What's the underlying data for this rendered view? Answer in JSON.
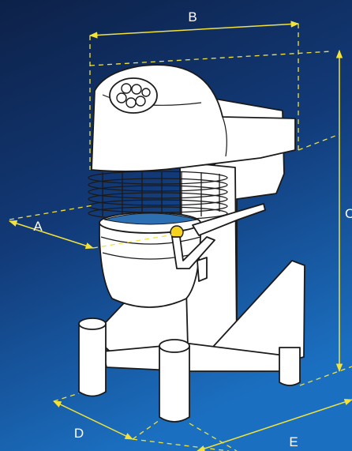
{
  "colors": {
    "bg_top": "#0d2148",
    "bg_mid": "#123a78",
    "bg_bottom": "#1b6fc0",
    "dimension_line": "#f2e23a",
    "label_text": "#ffffff",
    "machine_fill": "#ffffff",
    "machine_outline": "#1a1a1a",
    "bowl_accent": "#2d6fb3",
    "knob": "#f4d21e"
  },
  "icons": {
    "control_panel": "dial-cluster",
    "machine": "planetary-mixer"
  },
  "dimensions": {
    "a": "A",
    "b": "B",
    "c": "C",
    "d": "D",
    "e": "E"
  }
}
